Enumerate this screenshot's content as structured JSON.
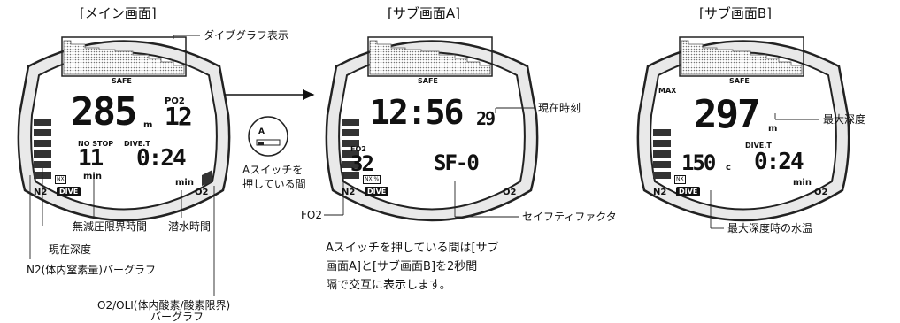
{
  "titles": {
    "main": "[メイン画面]",
    "sub_a": "[サブ画面A]",
    "sub_b": "[サブ画面B]"
  },
  "main_screen": {
    "safe": "SAFE",
    "depth": "285",
    "depth_unit": "m",
    "po2_label": "PO2",
    "po2_value": "12",
    "no_stop_label": "NO STOP",
    "dive_t_label": "DIVE.T",
    "no_stop_value": "11",
    "no_stop_unit": "min",
    "dive_time": "0:24",
    "dive_time_unit": "min",
    "nx_badge": "NX",
    "dive_badge": "DIVE",
    "n2_label": "N2",
    "o2_label": "O2"
  },
  "sub_a_screen": {
    "safe": "SAFE",
    "time": "12:56",
    "seconds": "29",
    "fo2_label": "FO2",
    "fo2_value": "32",
    "nx_percent": "NX %",
    "sf": "SF-0",
    "dive_badge": "DIVE",
    "n2_label": "N2",
    "o2_label": "O2"
  },
  "sub_b_screen": {
    "max_label": "MAX",
    "safe": "SAFE",
    "max_depth": "297",
    "max_depth_unit": "m",
    "dive_t_label": "DIVE.T",
    "temp": "150",
    "temp_unit": "c",
    "dive_time": "0:24",
    "dive_time_unit": "min",
    "nx_badge": "NX",
    "dive_badge": "DIVE",
    "n2_label": "N2",
    "o2_label": "O2"
  },
  "button_icon": {
    "letter": "A",
    "caption_line1": "Aスイッチを",
    "caption_line2": "押している間"
  },
  "callouts": {
    "dive_graph": "ダイブグラフ表示",
    "no_deco_time": "無減圧限界時間",
    "dive_time": "潜水時間",
    "current_depth": "現在深度",
    "n2_bargraph": "N2(体内窒素量)バーグラフ",
    "o2_line1": "O2/OLI(体内酸素/酸素限界)",
    "o2_line2": "バーグラフ",
    "current_time": "現在時刻",
    "fo2": "FO2",
    "safety_factor": "セイフティファクタ",
    "max_depth": "最大深度",
    "max_depth_temp": "最大深度時の水温"
  },
  "note": {
    "line1": "Aスイッチを押している間は[サブ",
    "line2": "画面A]と[サブ画面B]を2秒間",
    "line3": "隔で交互に表示します。"
  }
}
